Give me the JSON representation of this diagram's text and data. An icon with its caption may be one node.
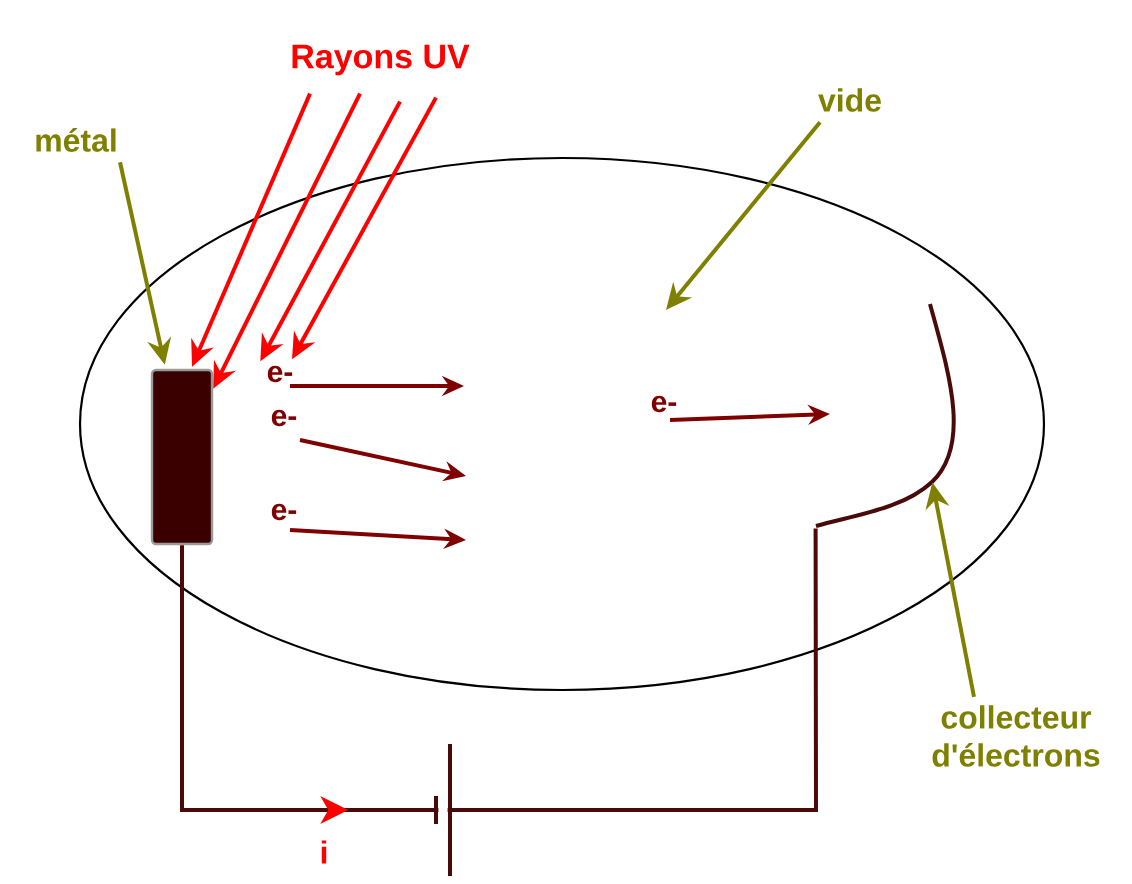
{
  "diagram": {
    "nodes": [
      {
        "text": [
          "Rayons UV"
        ]
      },
      {
        "text": [
          "métal"
        ]
      },
      {
        "text": [],
        "shape": "box"
      },
      {
        "text": [
          "vide"
        ]
      },
      {
        "text": [
          "collecteur d'électrons"
        ]
      },
      {
        "text": [],
        "shape": "line"
      },
      {
        "text": [
          "e-"
        ]
      }
    ],
    "edges": [
      {
        "from": 0,
        "to": 2,
        "arrow": "to"
      },
      {
        "from": 0,
        "to": 2,
        "arrow": "to"
      },
      {
        "from": 0,
        "to": 6,
        "arrow": "to"
      },
      {
        "from": 0,
        "to": 6,
        "arrow": "to"
      },
      {
        "from": 1,
        "to": 2,
        "arrow": "to",
        "color": "#808000"
      },
      {
        "from": 3,
        "to": null,
        "arrow": "to",
        "color": "#808000"
      },
      {
        "from": 4,
        "to": 5,
        "arrow": "to",
        "color": "#808000"
      },
      {
        "from": 2,
        "to": 5,
        "arrow": "to",
        "label": "i",
        "color": "#4a0a0a"
      }
    ],
    "labels": [
      "e-",
      "e-",
      "e-"
    ]
  }
}
